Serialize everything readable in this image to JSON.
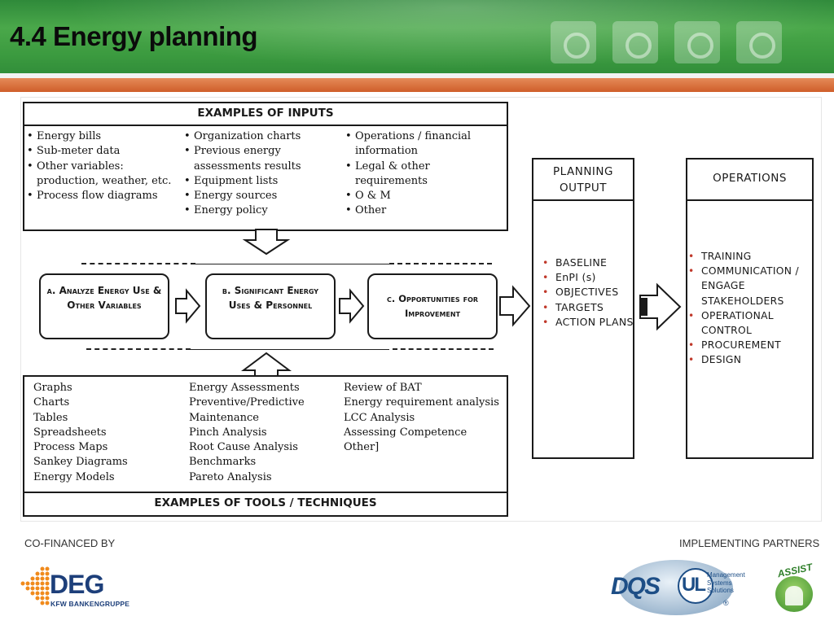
{
  "slide": {
    "title": "4.4 Energy planning"
  },
  "inputs": {
    "heading": "EXAMPLES OF INPUTS",
    "col1": [
      "Energy bills",
      "Sub-meter data",
      "Other variables: production, weather, etc.",
      "Process flow diagrams"
    ],
    "col2": [
      "Organization charts",
      "Previous energy assessments results",
      "Equipment lists",
      "Energy sources",
      "Energy policy"
    ],
    "col3": [
      "Operations / financial information",
      "Legal & other requirements",
      "O & M",
      "Other"
    ]
  },
  "steps": {
    "a": "a. Analyze Energy Use & Other Variables",
    "b": "b. Significant Energy Uses & Personnel",
    "c": "c. Opportunities for Improvement"
  },
  "planning_output": {
    "heading_line1": "PLANNING",
    "heading_line2": "OUTPUT",
    "items": [
      "BASELINE",
      "EnPI (s)",
      "OBJECTIVES",
      "TARGETS",
      "ACTION PLANS"
    ]
  },
  "operations": {
    "heading": "OPERATIONS",
    "items": [
      "TRAINING",
      "COMMUNICATION / ENGAGE STAKEHOLDERS",
      "OPERATIONAL CONTROL",
      "PROCUREMENT",
      "DESIGN"
    ]
  },
  "tools": {
    "heading": "EXAMPLES OF TOOLS / TECHNIQUES",
    "col1": [
      "Graphs",
      "Charts",
      "Tables",
      "Spreadsheets",
      "Process Maps",
      "Sankey Diagrams",
      "Energy Models"
    ],
    "col2": [
      "Energy Assessments",
      "Preventive/Predictive Maintenance",
      "Pinch Analysis",
      "Root Cause Analysis",
      "Benchmarks",
      "Pareto Analysis"
    ],
    "col3": [
      "Review of BAT",
      "Energy requirement analysis",
      "LCC Analysis",
      "Assessing Competence",
      "Other]"
    ]
  },
  "footer": {
    "left_label": "CO-FINANCED BY",
    "right_label": "IMPLEMENTING PARTNERS",
    "deg_logo": "DEG",
    "deg_sub": "KFW BANKENGRUPPE",
    "dqs_logo": "DQS",
    "ul_logo": "UL",
    "ul_text1": "Management",
    "ul_text2": "Systems",
    "ul_text3": "Solutions",
    "ul_reg": "®",
    "assist_logo": "ASSIST"
  },
  "colors": {
    "header_green": "#3b9a3f",
    "stripe_orange": "#d9662e",
    "bullet_red": "#c0392b",
    "deg_blue": "#1d3f7a",
    "deg_orange": "#f08a1c"
  }
}
